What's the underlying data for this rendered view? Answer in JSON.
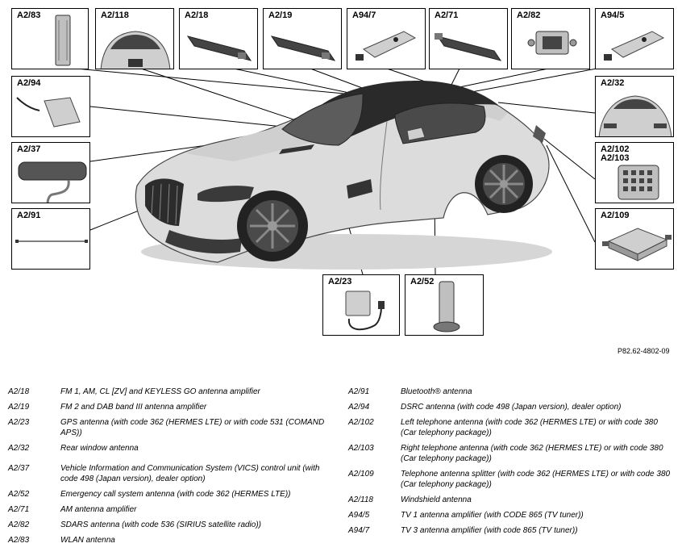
{
  "callouts": {
    "a2_83": "A2/83",
    "a2_118": "A2/118",
    "a2_18": "A2/18",
    "a2_19": "A2/19",
    "a94_7": "A94/7",
    "a2_71": "A2/71",
    "a2_82": "A2/82",
    "a94_5": "A94/5",
    "a2_94": "A2/94",
    "a2_32": "A2/32",
    "a2_37": "A2/37",
    "a2_102": "A2/102",
    "a2_103": "A2/103",
    "a2_91": "A2/91",
    "a2_109": "A2/109",
    "a2_23": "A2/23",
    "a2_52": "A2/52"
  },
  "reference": "P82.62-4802-09",
  "legend": {
    "left": [
      {
        "code": "A2/18",
        "desc": "FM 1, AM, CL [ZV] and KEYLESS GO antenna amplifier"
      },
      {
        "code": "A2/19",
        "desc": "FM 2 and DAB band III antenna amplifier"
      },
      {
        "code": "A2/23",
        "desc": "GPS antenna (with code 362 (HERMES LTE) or with code 531 (COMAND APS))"
      },
      {
        "code": "A2/32",
        "desc": "Rear window antenna"
      },
      {
        "code": "A2/37",
        "desc": "Vehicle Information and Communication System (VICS) control unit (with code 498 (Japan version), dealer option)"
      },
      {
        "code": "A2/52",
        "desc": "Emergency call system antenna (with code 362 (HERMES LTE))"
      },
      {
        "code": "A2/71",
        "desc": "AM antenna amplifier"
      },
      {
        "code": "A2/82",
        "desc": "SDARS antenna (with code 536 (SIRIUS satellite radio))"
      },
      {
        "code": "A2/83",
        "desc": "WLAN antenna"
      }
    ],
    "right": [
      {
        "code": "A2/91",
        "desc": "Bluetooth® antenna"
      },
      {
        "code": "A2/94",
        "desc": "DSRC antenna (with code 498 (Japan version), dealer option)"
      },
      {
        "code": "A2/102",
        "desc": "Left telephone antenna (with code 362 (HERMES LTE) or with code 380 (Car telephony package))"
      },
      {
        "code": "A2/103",
        "desc": "Right telephone antenna (with code 362 (HERMES LTE) or with code 380 (Car telephony package))"
      },
      {
        "code": "A2/109",
        "desc": "Telephone antenna splitter (with code 362 (HERMES LTE) or with code 380 (Car telephony package))"
      },
      {
        "code": "A2/118",
        "desc": "Windshield antenna"
      },
      {
        "code": "A94/5",
        "desc": "TV 1 antenna amplifier (with CODE 865 (TV tuner))"
      },
      {
        "code": "A94/7",
        "desc": "TV 3 antenna amplifier (with code 865 (TV tuner))"
      }
    ]
  }
}
